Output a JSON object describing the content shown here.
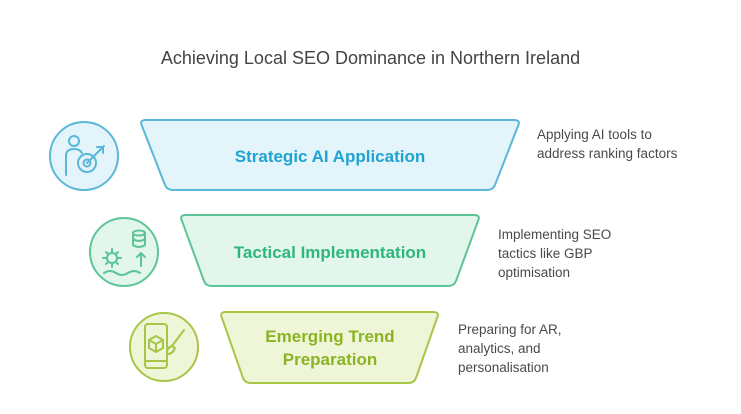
{
  "title": "Achieving Local SEO Dominance in Northern Ireland",
  "stages": [
    {
      "label_lines": [
        "Strategic AI Application"
      ],
      "description": "Applying AI tools to\naddress ranking factors",
      "icon": "person-target-icon",
      "fill": "#e3f4fa",
      "stroke": "#5ab7d6",
      "text_color": "#1fa4d1"
    },
    {
      "label_lines": [
        "Tactical Implementation"
      ],
      "description": "Implementing SEO\ntactics like GBP\noptimisation",
      "icon": "gears-database-icon",
      "fill": "#e2f6ec",
      "stroke": "#5dc497",
      "text_color": "#2db77a"
    },
    {
      "label_lines": [
        "Emerging Trend",
        "Preparation"
      ],
      "description": "Preparing for AR,\nanalytics, and\npersonalisation",
      "icon": "mobile-design-icon",
      "fill": "#eff6d8",
      "stroke": "#a7c647",
      "text_color": "#8cb324"
    }
  ]
}
